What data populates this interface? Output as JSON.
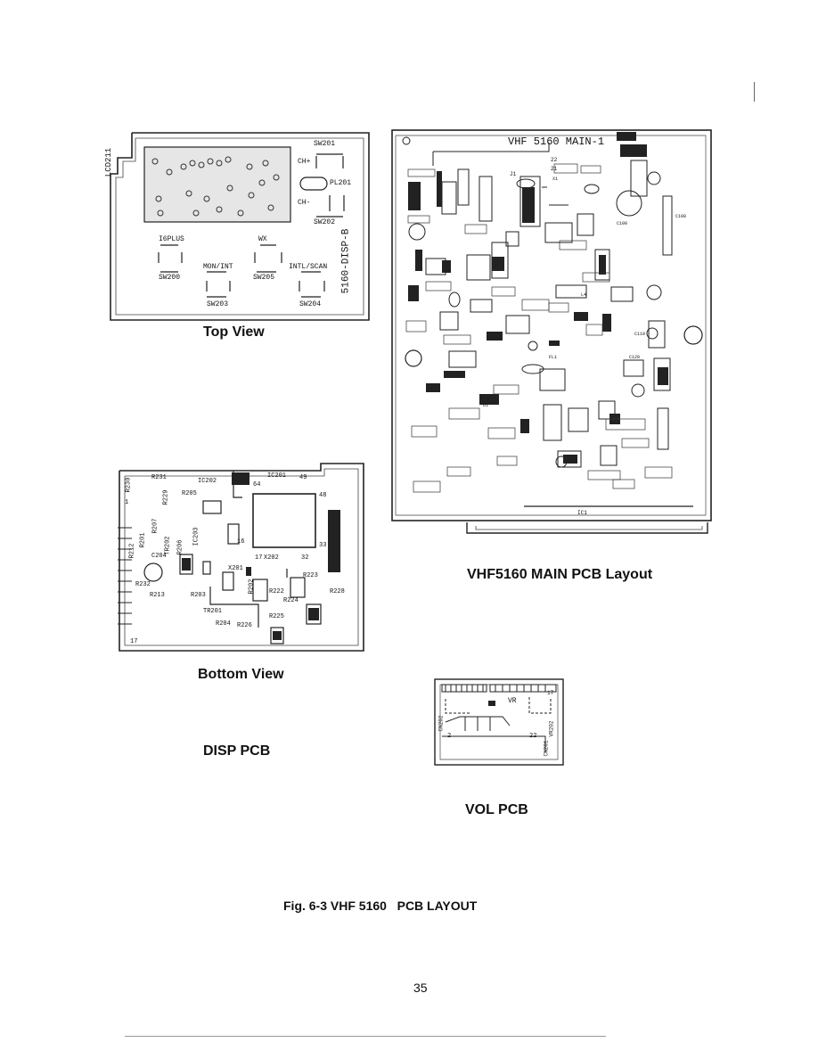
{
  "figure_title": "Fig. 6-3 VHF 5160   PCB LAYOUT",
  "page_number": "35",
  "boards": {
    "disp_top": {
      "caption": "Top View",
      "board_id": "5160-DISP-B",
      "side_label": "LCD211",
      "labels": {
        "sw201": "SW201",
        "ch_plus": "CH+",
        "pl201": "PL201",
        "ch_minus": "CH-",
        "sw202": "SW202",
        "i6plus": "I6PLUS",
        "wx": "WX",
        "mon_int": "MON/INT",
        "intl_scan": "INTL/SCAN",
        "sw200": "SW200",
        "sw205": "SW205",
        "sw203": "SW203",
        "sw204": "SW204"
      }
    },
    "disp_bottom": {
      "caption": "Bottom View",
      "labels": {
        "r230": "R230",
        "r231": "R231",
        "ic202": "IC202",
        "r229": "R229",
        "r205": "R205",
        "ic201": "IC201",
        "pin64": "64",
        "pin49": "49",
        "pin48": "48",
        "pin33": "33",
        "pin1": "1",
        "pin16": "16",
        "pin17_ic": "17",
        "pin32": "32",
        "pin17": "17",
        "r207": "R207",
        "r201": "R201",
        "tr202": "TR202",
        "r212": "R212",
        "r206": "R206",
        "ic203": "IC203",
        "c204": "C204",
        "x202": "X202",
        "x201": "X201",
        "r223": "R223",
        "r232": "R232",
        "r213": "R213",
        "r203": "R203",
        "r202": "R202",
        "r222": "R222",
        "r228": "R228",
        "r224": "R224",
        "tr201": "TR201",
        "r225": "R225",
        "r204": "R204",
        "r226": "R226"
      }
    },
    "disp_pcb_caption": "DISP PCB",
    "main": {
      "caption": "VHF5160 MAIN PCB Layout",
      "title": "VHF 5160 MAIN-1",
      "labels": {
        "ic1": "IC1",
        "j1": "J1",
        "p22": "22",
        "p21": "21",
        "c100": "C100",
        "c108": "C108",
        "c120": "C120",
        "c119": "C119",
        "d1": "D1",
        "l4": "L4",
        "x1": "X1",
        "fl1": "FL1"
      }
    },
    "vol": {
      "caption": "VOL PCB",
      "labels": {
        "vr": "VR",
        "vr202": "VR202",
        "pin22": "22",
        "pin2": "2",
        "cn201": "CN201",
        "cn202": "CN202",
        "pin17": "17"
      }
    }
  }
}
